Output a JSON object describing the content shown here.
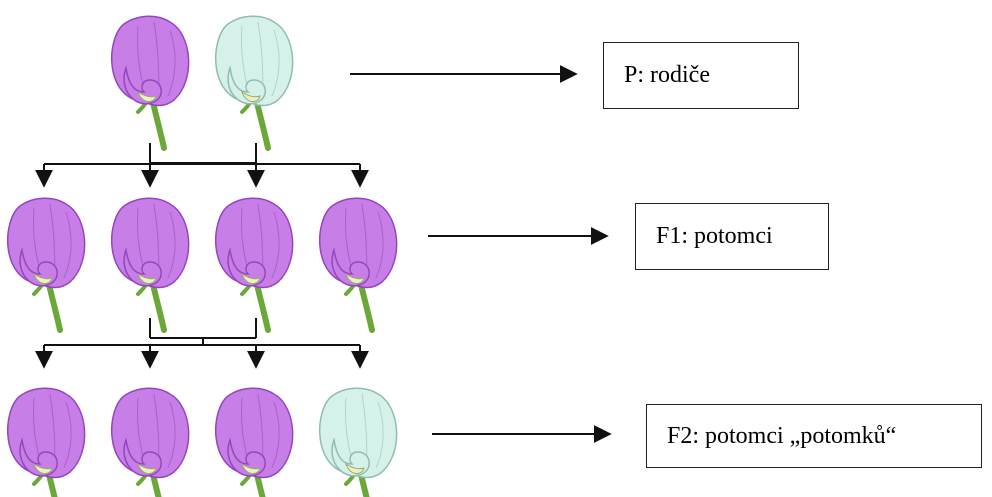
{
  "colors": {
    "purple_petal": "#c77ee6",
    "purple_edge": "#9446c0",
    "white_petal": "#d6f1ea",
    "white_edge": "#8fbdb2",
    "stem": "#6aa83a",
    "line": "#111111"
  },
  "generations": [
    {
      "id": "p",
      "label": "P: rodiče",
      "flowers": [
        "purple",
        "white"
      ]
    },
    {
      "id": "f1",
      "label": "F1: potomci",
      "flowers": [
        "purple",
        "purple",
        "purple",
        "purple"
      ]
    },
    {
      "id": "f2",
      "label": "F2: potomci „potomků“",
      "flowers": [
        "purple",
        "purple",
        "purple",
        "white"
      ]
    }
  ]
}
